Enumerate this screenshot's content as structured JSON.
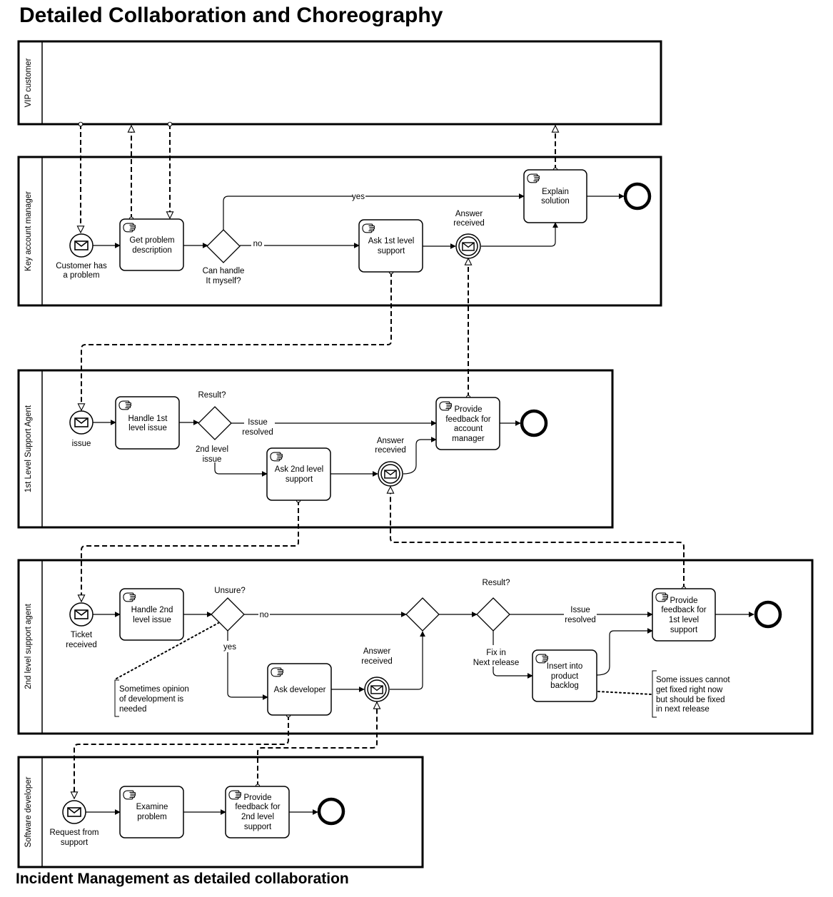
{
  "title": "Detailed Collaboration and Choreography",
  "caption": "Incident Management as detailed collaboration",
  "pools": {
    "vip": "VIP customer",
    "kam": "Key account manager",
    "l1": "1st Level Support Agent",
    "l2": "2nd level support agent",
    "dev": "Software developer"
  },
  "kam": {
    "start": [
      "Customer has",
      "a problem"
    ],
    "get_problem": [
      "Get problem",
      "description"
    ],
    "gateway": [
      "Can handle",
      "It myself?"
    ],
    "yes": "yes",
    "no": "no",
    "ask_l1": [
      "Ask 1st level",
      "support"
    ],
    "answer": [
      "Answer",
      "received"
    ],
    "explain": [
      "Explain",
      "solution"
    ]
  },
  "l1": {
    "start": "issue",
    "handle": [
      "Handle 1st",
      "level issue"
    ],
    "gateway": "Result?",
    "resolved": [
      "Issue",
      "resolved"
    ],
    "second_level": [
      "2nd level",
      "issue"
    ],
    "ask_l2": [
      "Ask 2nd level",
      "support"
    ],
    "answer": [
      "Answer",
      "recevied"
    ],
    "feedback": [
      "Provide",
      "feedback for",
      "account",
      "manager"
    ]
  },
  "l2": {
    "start": [
      "Ticket",
      "received"
    ],
    "handle": [
      "Handle 2nd",
      "level issue"
    ],
    "unsure": "Unsure?",
    "no": "no",
    "yes": "yes",
    "ask_dev": "Ask developer",
    "answer": [
      "Answer",
      "received"
    ],
    "result": "Result?",
    "resolved": [
      "Issue",
      "resolved"
    ],
    "fix": [
      "Fix in",
      "Next release"
    ],
    "backlog": [
      "Insert into",
      "product",
      "backlog"
    ],
    "feedback": [
      "Provide",
      "feedback for",
      "1st level",
      "support"
    ],
    "note1": [
      "Sometimes opinion",
      "of development is",
      "needed"
    ],
    "note2": [
      "Some issues cannot",
      "get fixed right now",
      "but should be fixed",
      "in next release"
    ]
  },
  "dev": {
    "start": [
      "Request from",
      "support"
    ],
    "examine": [
      "Examine",
      "problem"
    ],
    "feedback": [
      "Provide",
      "feedback for",
      "2nd level",
      "support"
    ]
  },
  "icons": {
    "task": "hand-manual-task-icon",
    "message": "envelope-icon",
    "end": "end-event-icon"
  }
}
